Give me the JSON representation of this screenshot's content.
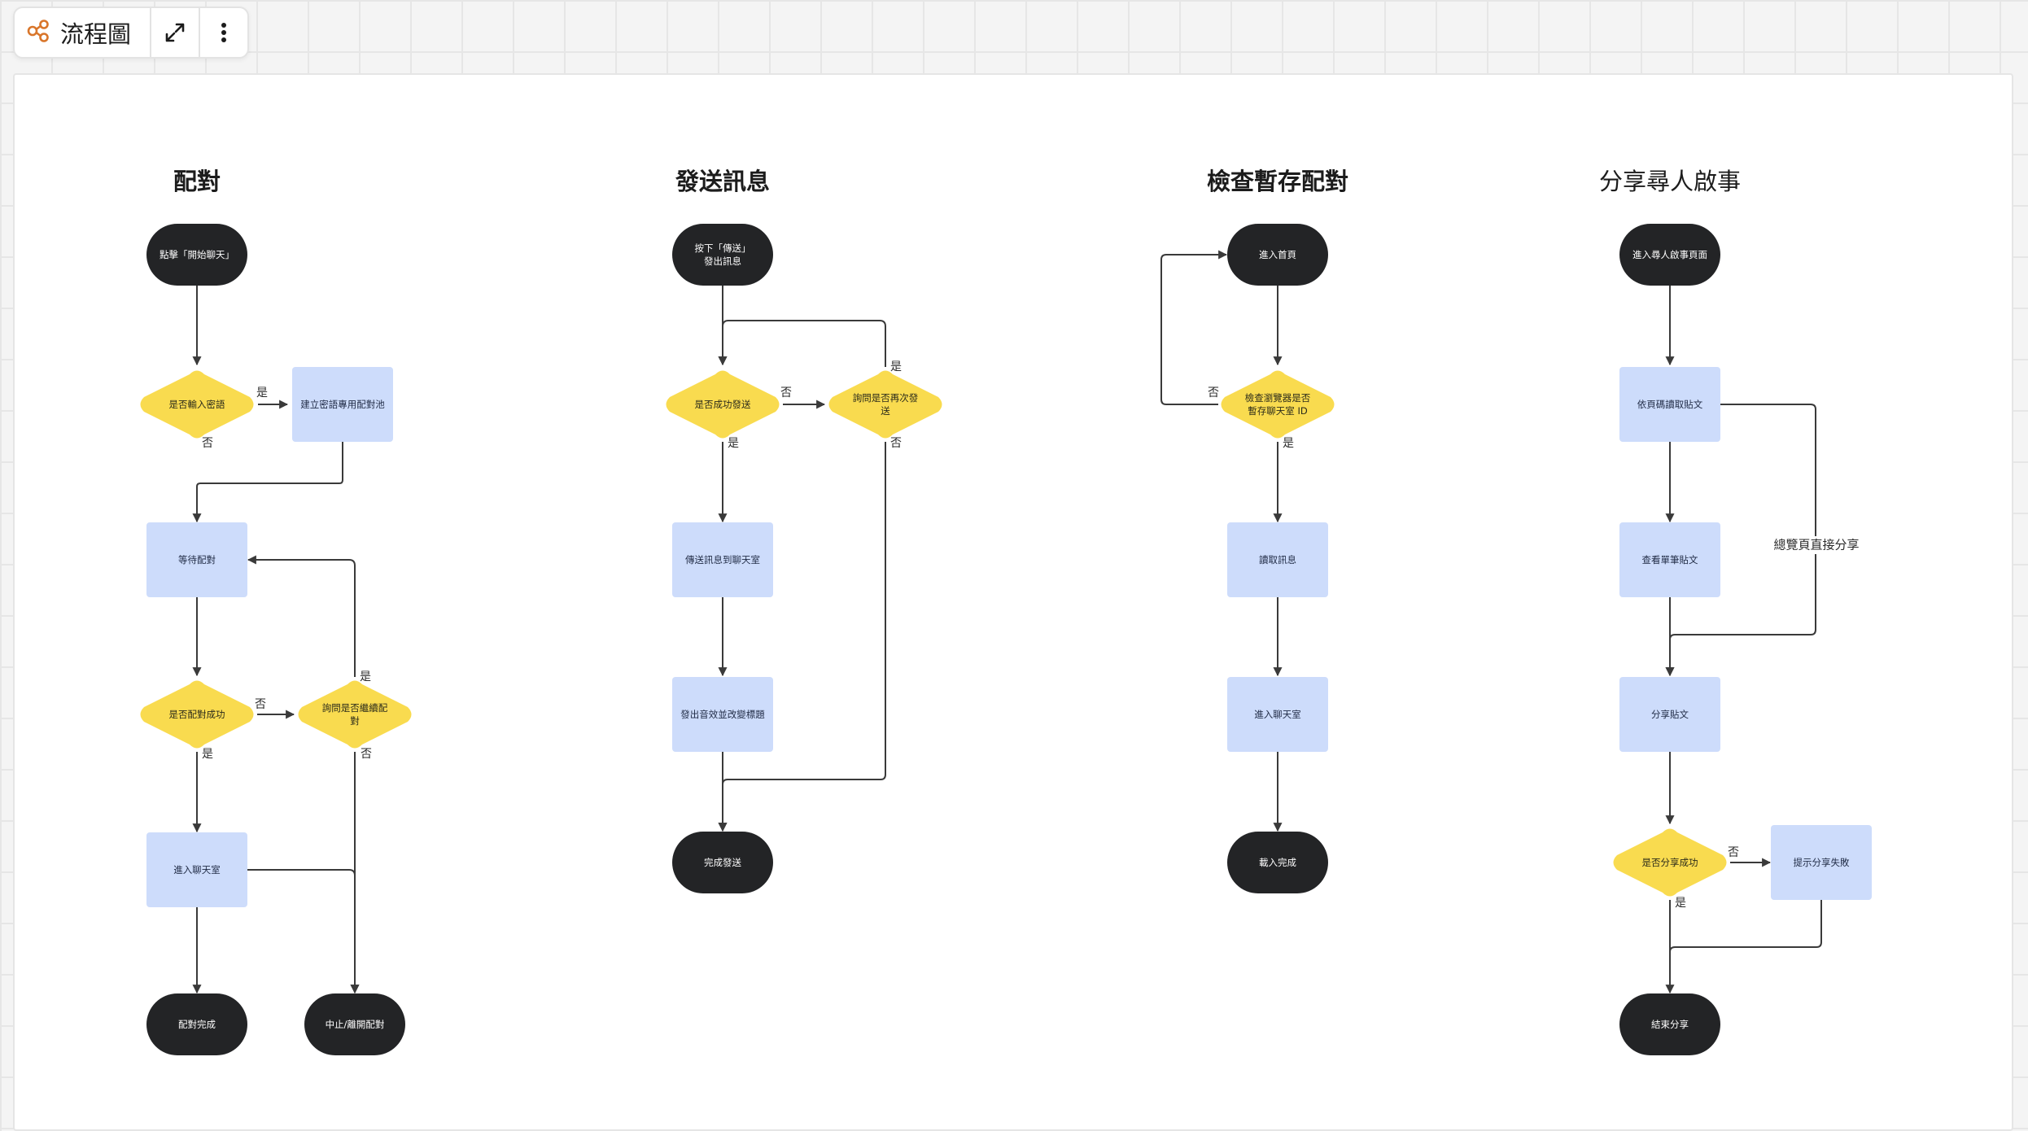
{
  "toolbar": {
    "title": "流程圖",
    "icons": {
      "diagram": "flowchart-icon",
      "expand": "expand-icon",
      "menu": "more-vertical-icon"
    }
  },
  "colors": {
    "terminal": "#232426",
    "process": "#cddcfb",
    "decision": "#f9db4f",
    "line": "#3a3a3a",
    "toolbar_accent": "#d9762b"
  },
  "sections": [
    {
      "id": "pairing",
      "title": "配對"
    },
    {
      "id": "send",
      "title": "發送訊息"
    },
    {
      "id": "check",
      "title": "檢查暫存配對"
    },
    {
      "id": "share",
      "title": "分享尋人啟事"
    }
  ],
  "nodes": {
    "p_start": "點擊「開始聊天」",
    "p_q_password": "是否輸入密語",
    "p_create_pool": "建立密語專用配對池",
    "p_wait": "等待配對",
    "p_q_success": "是否配對成功",
    "p_q_continue": "詢問是否繼續配對",
    "p_enter_room": "進入聊天室",
    "p_done": "配對完成",
    "p_leave": "中止/離開配對",
    "s_start": "按下「傳送」發出訊息",
    "s_q_sent": "是否成功發送",
    "s_q_retry": "詢問是否再次發送",
    "s_send_room": "傳送訊息到聊天室",
    "s_sound": "發出音效並改變標題",
    "s_done": "完成發送",
    "c_home": "進入首頁",
    "c_q_check": "檢查瀏覽器是否暫存聊天室 ID",
    "c_read": "讀取訊息",
    "c_enter": "進入聊天室",
    "c_done": "載入完成",
    "h_start": "進入尋人啟事頁面",
    "h_fetch": "依頁碼讀取貼文",
    "h_view": "查看單筆貼文",
    "h_share": "分享貼文",
    "h_q_success": "是否分享成功",
    "h_fail": "提示分享失敗",
    "h_end": "結束分享"
  },
  "labels": {
    "p_l1": "是",
    "p_l2": "否",
    "p_l3": "否",
    "p_l4": "是",
    "p_l5": "是",
    "p_l6": "否",
    "s_l1": "否",
    "s_l2": "是",
    "s_l3": "是",
    "s_l4": "否",
    "c_l1": "否",
    "c_l2": "是",
    "h_l1": "總覽頁直接分享",
    "h_l2": "否",
    "h_l3": "是"
  }
}
